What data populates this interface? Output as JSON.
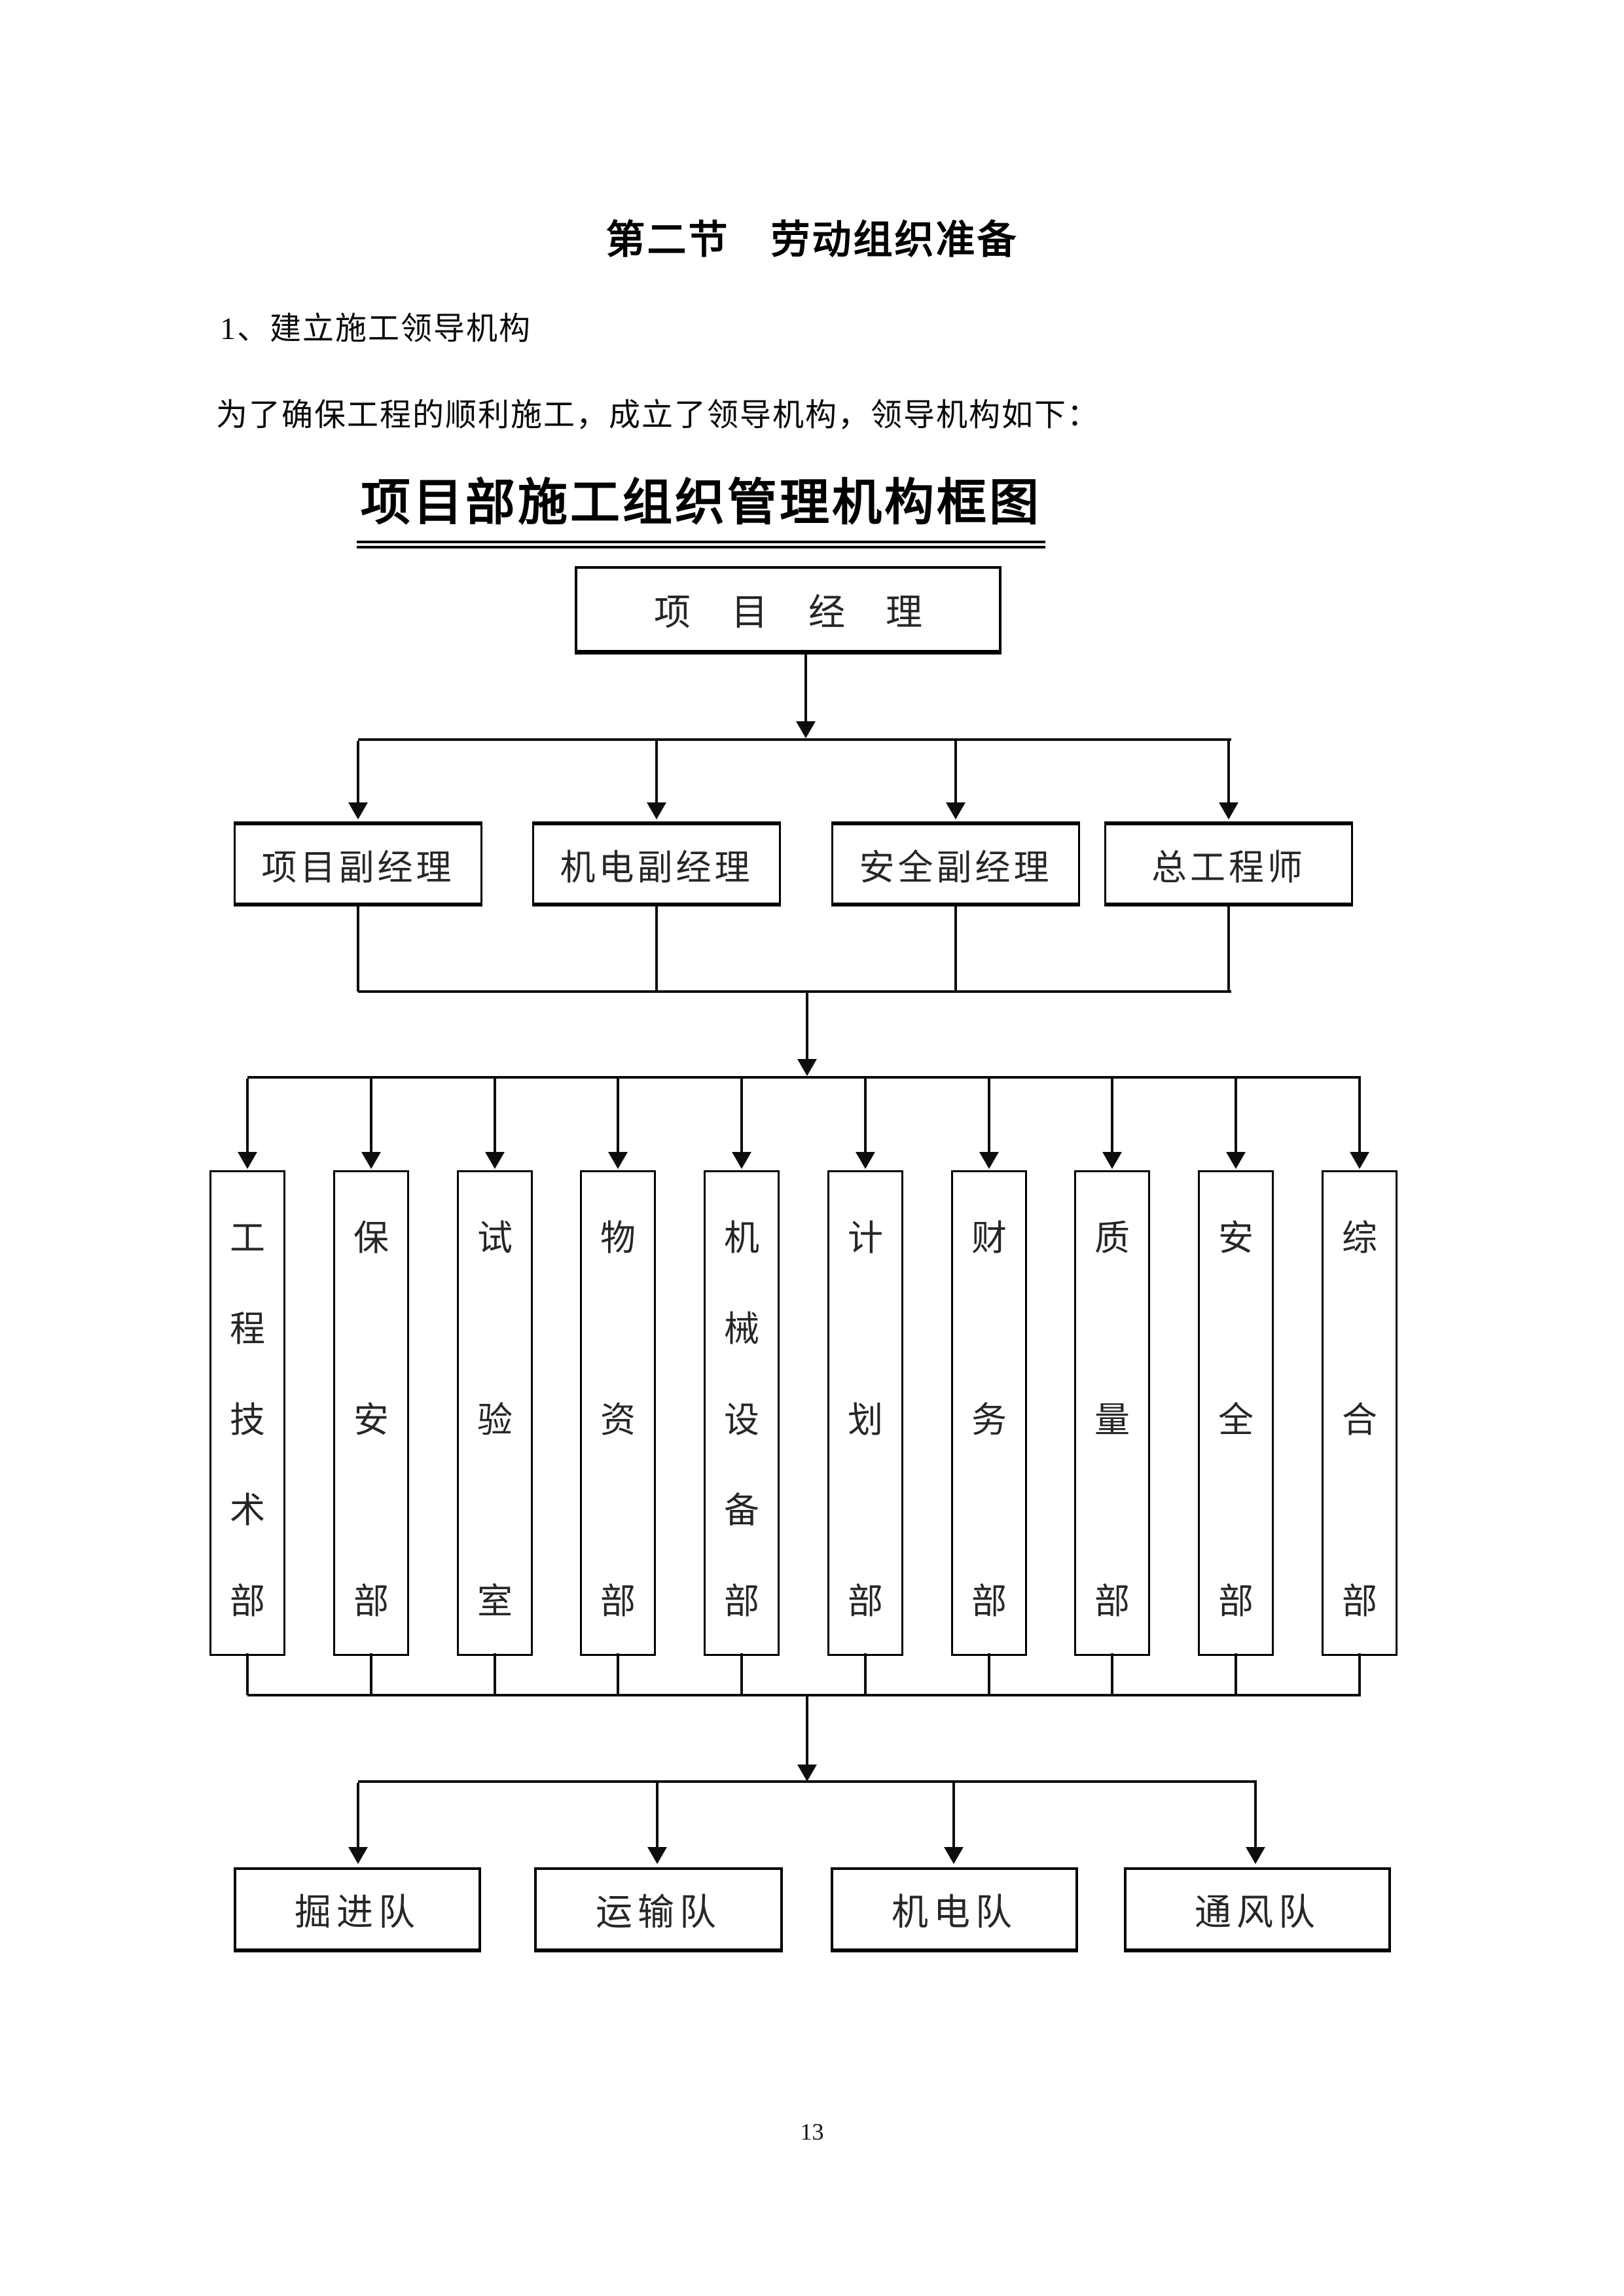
{
  "doc": {
    "section_heading": "第二节　劳动组织准备",
    "para1": "1、建立施工领导机构",
    "para2": "为了确保工程的顺利施工，成立了领导机构，领导机构如下：",
    "page_number": "13"
  },
  "chart": {
    "title": "项目部施工组织管理机构框图",
    "root": "项目经理",
    "level2": [
      "项目副经理",
      "机电副经理",
      "安全副经理",
      "总工程师"
    ],
    "departments": [
      "工程技术部",
      "保安部",
      "试验室",
      "物资部",
      "机械设备部",
      "计划部",
      "财务部",
      "质量部",
      "安全部",
      "综合部"
    ],
    "teams": [
      "掘进队",
      "运输队",
      "机电队",
      "通风队"
    ],
    "colors": {
      "ink": "#0d0d0d",
      "box_border": "#000000",
      "box_text": "#262626",
      "paper": "#ffffff"
    }
  }
}
